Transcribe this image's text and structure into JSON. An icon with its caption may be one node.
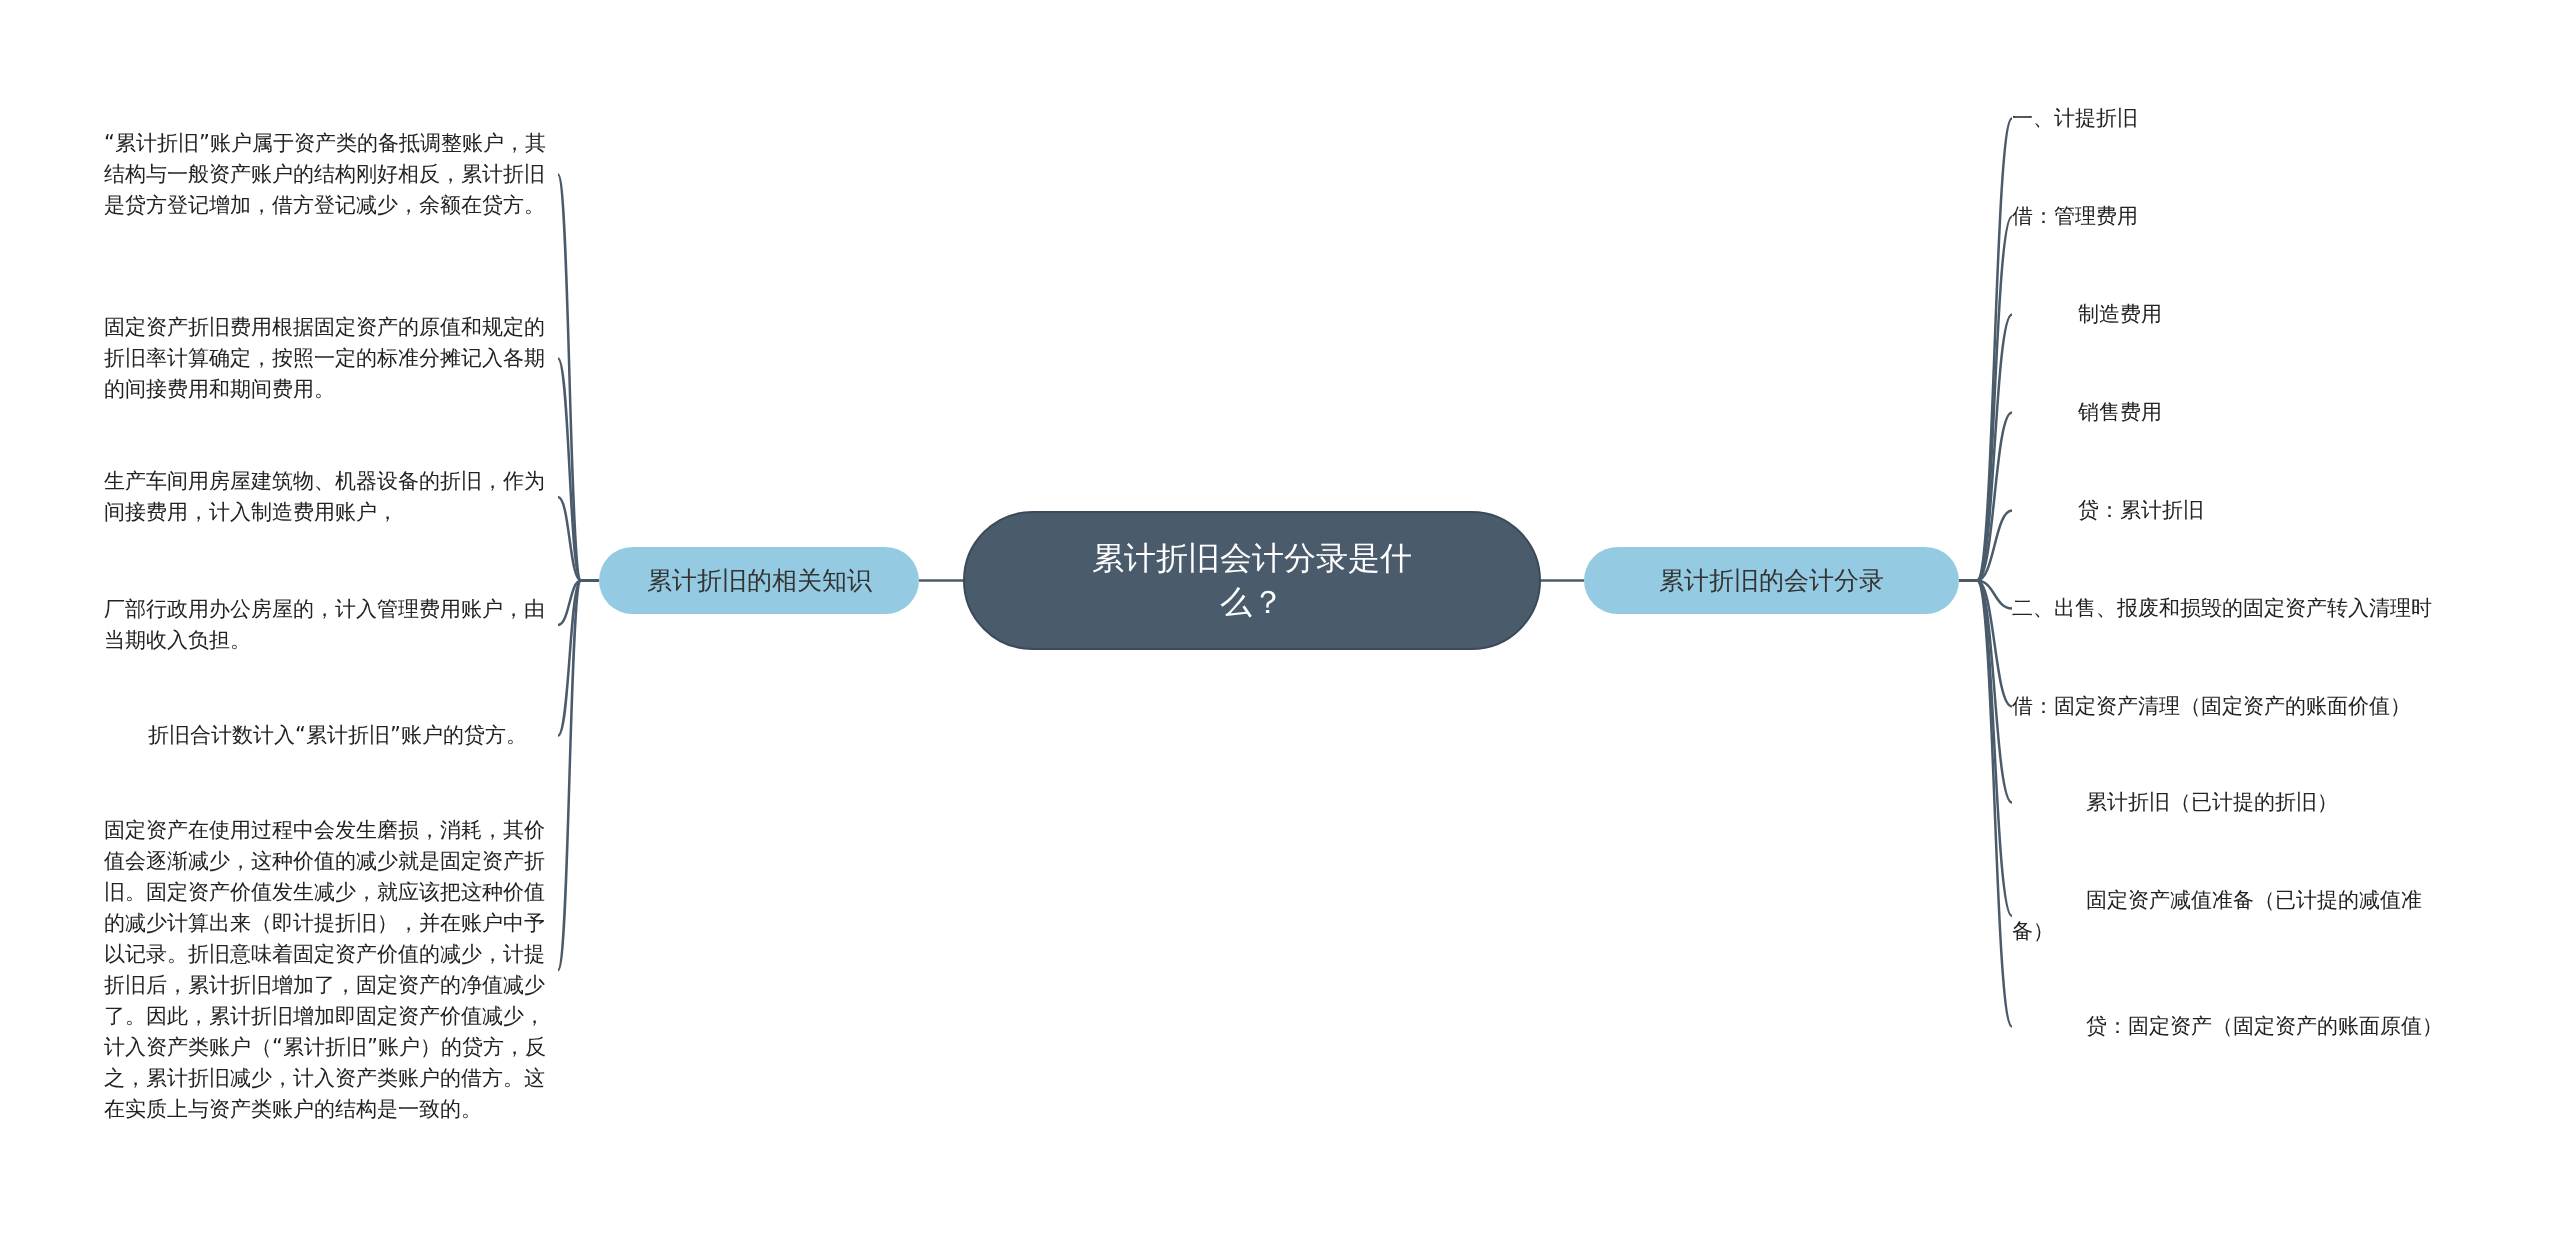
{
  "diagram": {
    "nodes": [
      {
        "text": [
          "累计折旧会计分录是什么？"
        ]
      },
      {
        "text": [
          "累计折旧的相关知识"
        ]
      },
      {
        "text": [
          "“累计折旧”账户属于资产类的备抵调整账户，其结构与一般资产账户的结构刚好相反，累计折旧是贷方登记增加，借方登记减少，余额在贷方。"
        ]
      },
      {
        "text": [
          "固定资产折旧费用根据固定资产的原值和规定的折旧率计算确定，按照一定的标准分摊记入各期的间接费用和期间费用。"
        ]
      },
      {
        "text": [
          "生产车间用房屋建筑物、机器设备的折旧，作为间接费用，计入制造费用账户，"
        ]
      },
      {
        "text": [
          "厂部行政用办公房屋的，计入管理费用账户，由当期收入负担。"
        ]
      },
      {
        "text": [
          "折旧合计数计入“累计折旧”账户的贷方。"
        ]
      },
      {
        "text": [
          "固定资产在使用过程中会发生磨损，消耗，其价值会逐渐减少，这种价值的减少就是固定资产折旧。固定资产价值发生减少，就应该把这种价值的减少计算出来（即计提折旧），并在账户中予以记录。折旧意味着固定资产价值的减少，计提折旧后，累计折旧增加了，固定资产的净值减少了。因此，累计折旧增加即固定资产价值减少，计入资产类账户（“累计折旧”账户）的贷方，反之，累计折旧减少，计入资产类账户的借方。这在实质上与资产类账户的结构是一致的。"
        ]
      },
      {
        "text": [
          "累计折旧的会计分录"
        ]
      },
      {
        "text": [
          "一、计提折旧"
        ]
      },
      {
        "text": [
          "借：管理费用"
        ]
      },
      {
        "text": [
          "制造费用"
        ]
      },
      {
        "text": [
          "销售费用"
        ]
      },
      {
        "text": [
          "贷：累计折旧"
        ]
      },
      {
        "text": [
          "二、出售、报废和损毁的固定资产转入清理时"
        ]
      },
      {
        "text": [
          "借：固定资产清理（固定资产的账面价值）"
        ]
      },
      {
        "text": [
          "累计折旧（已计提的折旧）"
        ]
      },
      {
        "text": [
          "固定资产减值准备（已计提的减值准备）"
        ]
      },
      {
        "text": [
          "贷：固定资产（固定资产的账面原值）"
        ]
      }
    ],
    "edges": [
      {
        "from": 0,
        "to": 1,
        "arrow": "none"
      },
      {
        "from": 1,
        "to": 2,
        "arrow": "none"
      },
      {
        "from": 1,
        "to": 3,
        "arrow": "none"
      },
      {
        "from": 1,
        "to": 4,
        "arrow": "none"
      },
      {
        "from": 1,
        "to": 5,
        "arrow": "none"
      },
      {
        "from": 1,
        "to": 6,
        "arrow": "none"
      },
      {
        "from": 1,
        "to": 7,
        "arrow": "none"
      },
      {
        "from": 0,
        "to": 8,
        "arrow": "none"
      },
      {
        "from": 8,
        "to": 9,
        "arrow": "none"
      },
      {
        "from": 8,
        "to": 10,
        "arrow": "none"
      },
      {
        "from": 8,
        "to": 11,
        "arrow": "none"
      },
      {
        "from": 8,
        "to": 12,
        "arrow": "none"
      },
      {
        "from": 8,
        "to": 13,
        "arrow": "none"
      },
      {
        "from": 8,
        "to": 14,
        "arrow": "none"
      },
      {
        "from": 8,
        "to": 15,
        "arrow": "none"
      },
      {
        "from": 8,
        "to": 16,
        "arrow": "none"
      },
      {
        "from": 8,
        "to": 17,
        "arrow": "none"
      },
      {
        "from": 8,
        "to": 18,
        "arrow": "none"
      }
    ]
  }
}
